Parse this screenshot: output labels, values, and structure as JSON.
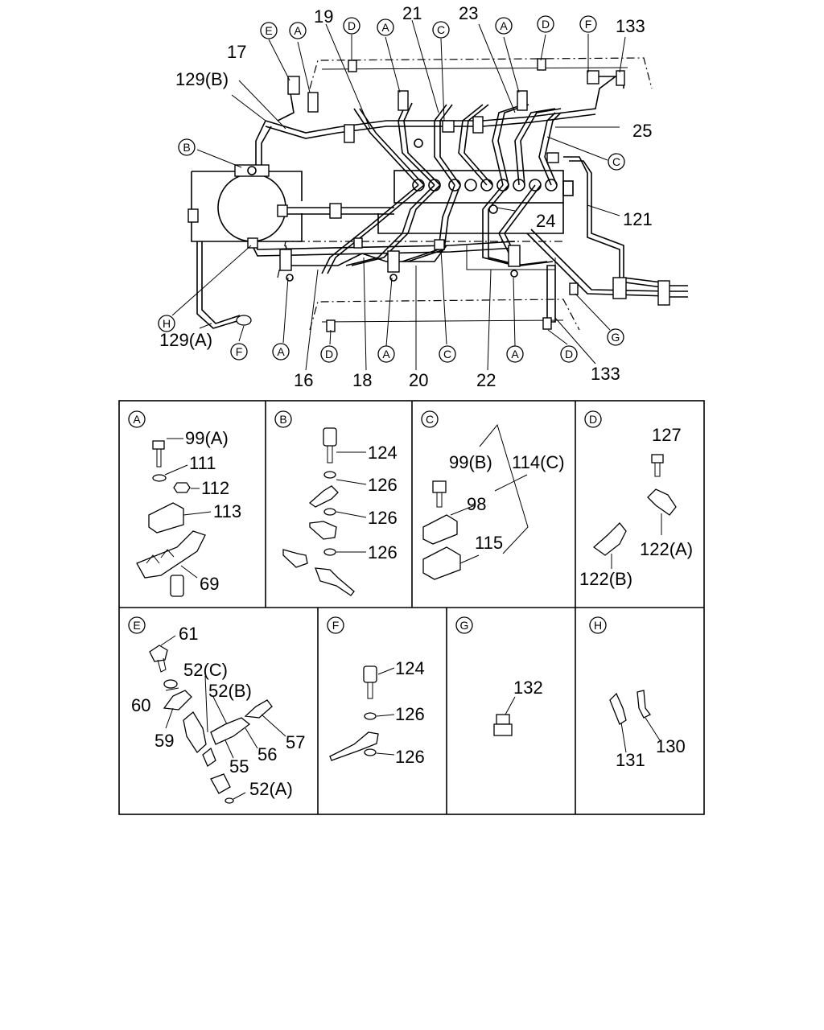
{
  "main_callouts": {
    "n17": "17",
    "n19": "19",
    "n21": "21",
    "n23": "23",
    "n133_top": "133",
    "n129b": "129(B)",
    "n25": "25",
    "n121": "121",
    "n24": "24",
    "n129a": "129(A)",
    "n16": "16",
    "n18": "18",
    "n20": "20",
    "n22": "22",
    "n133_bottom": "133"
  },
  "circle_letters": {
    "a": "A",
    "b": "B",
    "c": "C",
    "d": "D",
    "e": "E",
    "f": "F",
    "g": "G",
    "h": "H"
  },
  "detail_panels": {
    "A": {
      "letter": "A",
      "parts": [
        "99(A)",
        "111",
        "112",
        "113",
        "69"
      ]
    },
    "B": {
      "letter": "B",
      "parts": [
        "124",
        "126",
        "126",
        "126"
      ]
    },
    "C": {
      "letter": "C",
      "parts": [
        "99(B)",
        "114(C)",
        "98",
        "115"
      ]
    },
    "D": {
      "letter": "D",
      "parts": [
        "127",
        "122(A)",
        "122(B)"
      ]
    },
    "E": {
      "letter": "E",
      "parts": [
        "61",
        "52(C)",
        "52(B)",
        "60",
        "59",
        "57",
        "55",
        "56",
        "52(A)"
      ]
    },
    "F": {
      "letter": "F",
      "parts": [
        "124",
        "126",
        "126"
      ]
    },
    "G": {
      "letter": "G",
      "parts": [
        "132"
      ]
    },
    "H": {
      "letter": "H",
      "parts": [
        "131",
        "130"
      ]
    }
  }
}
